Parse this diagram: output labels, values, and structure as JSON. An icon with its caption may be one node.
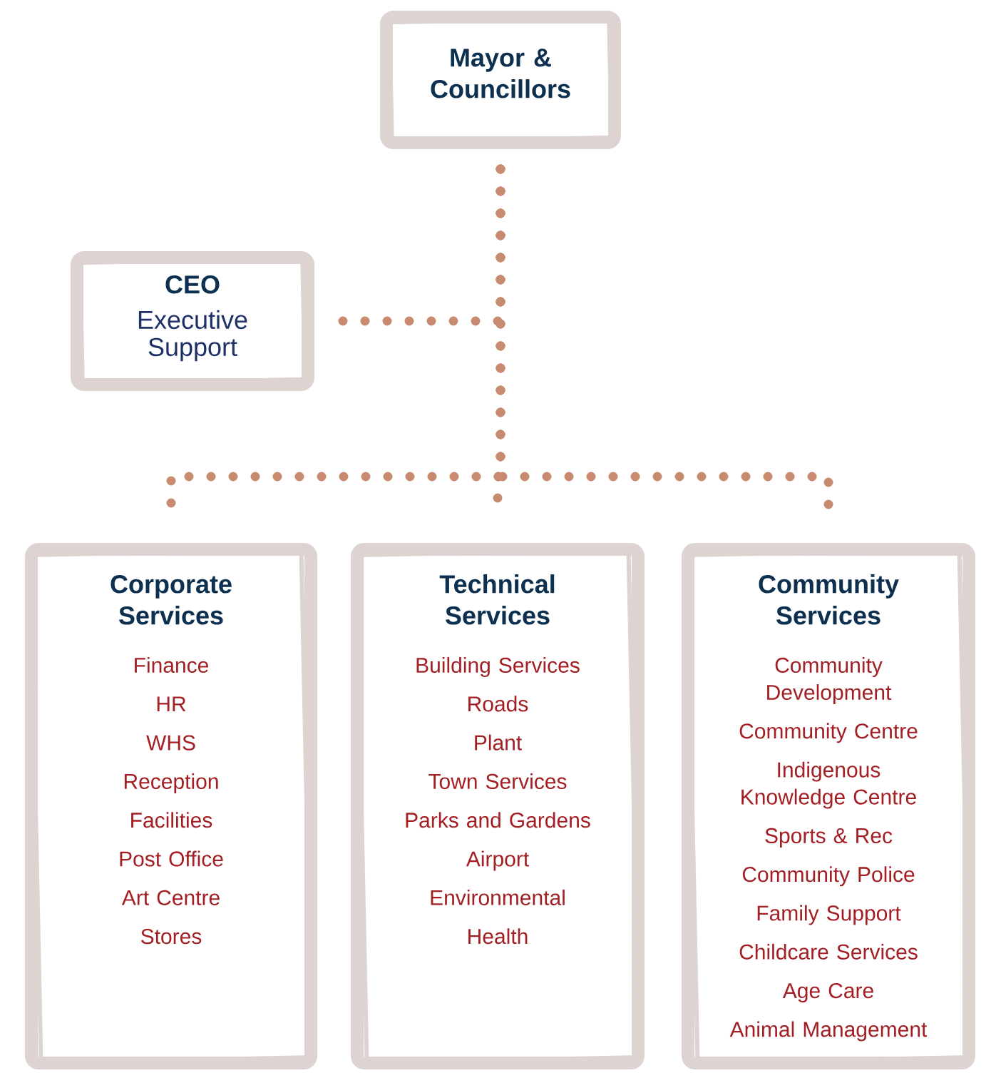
{
  "diagram": {
    "nodes": [
      {
        "text": [
          "Mayor & Councillors"
        ]
      },
      {
        "text": [
          "CEO",
          "Executive Support"
        ]
      },
      {
        "text": [
          "Corporate Services",
          "Finance",
          "HR",
          "WHS",
          "Reception",
          "Facilities",
          "Post Office",
          "Art Centre",
          "Stores"
        ]
      },
      {
        "text": [
          "Technical Services",
          "Building Services",
          "Roads",
          "Plant",
          "Town Services",
          "Parks and Gardens",
          "Airport",
          "Environmental",
          "Health"
        ]
      },
      {
        "text": [
          "Community Services",
          "Community Development",
          "Community Centre",
          "Indigenous Knowledge Centre",
          "Sports & Rec",
          "Community Police",
          "Family Support",
          "Childcare Services",
          "Age Care",
          "Animal Management"
        ]
      }
    ],
    "edges": [
      {
        "from": 0,
        "to": 1,
        "arrow": "none"
      },
      {
        "from": 0,
        "to": 2,
        "arrow": "none"
      },
      {
        "from": 0,
        "to": 3,
        "arrow": "none"
      },
      {
        "from": 0,
        "to": 4,
        "arrow": "none"
      }
    ]
  }
}
